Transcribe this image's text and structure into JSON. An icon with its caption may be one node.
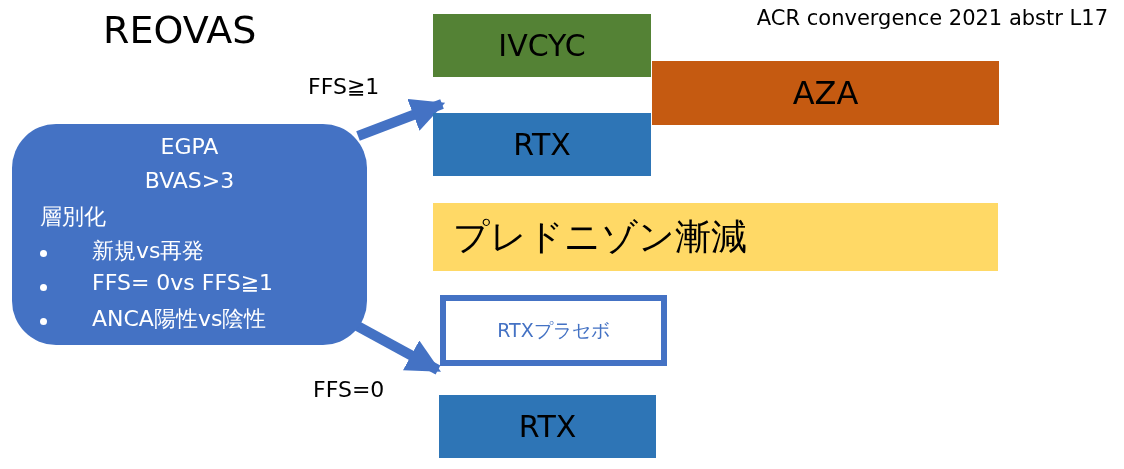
{
  "diagram": {
    "title": "REOVAS",
    "nodes": [
      {
        "text": [
          "EGPA",
          "BVAS>3",
          "層別化",
          "新規vs再発",
          "FFS= 0vs FFS≧1",
          "ANCA陽性vs陰性"
        ]
      },
      {
        "text": [
          "IVCYC"
        ]
      },
      {
        "text": [
          "AZA"
        ]
      },
      {
        "text": [
          "RTX"
        ]
      },
      {
        "text": [
          "プレドニゾン漸減"
        ]
      },
      {
        "text": [
          "RTXプラセボ"
        ]
      },
      {
        "text": [
          "RTX"
        ]
      }
    ],
    "edges": [
      {
        "from": 0,
        "to": 3,
        "arrow": "to",
        "label": "FFS≧1"
      },
      {
        "from": 0,
        "to": 5,
        "arrow": "to",
        "label": "FFS=0"
      }
    ],
    "labels": [
      "ACR convergence 2021 abstr L17"
    ]
  }
}
